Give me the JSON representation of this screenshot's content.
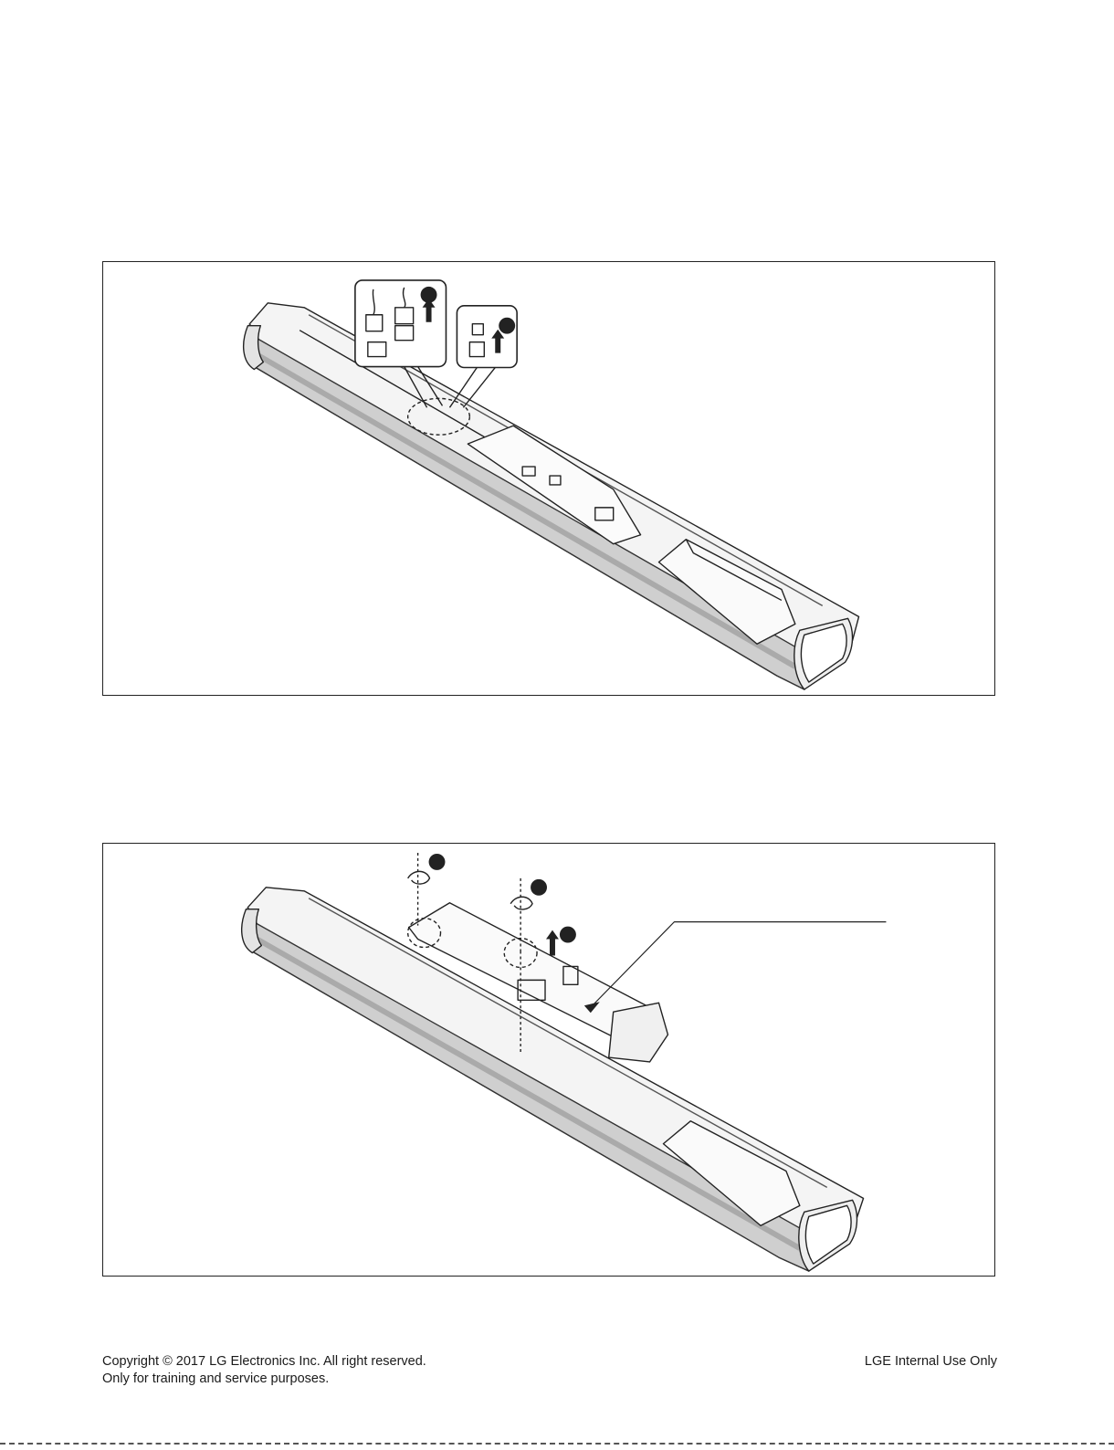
{
  "footer": {
    "copyright": "Copyright © 2017 LG Electronics Inc. All right reserved.",
    "purpose": "Only for training and service purposes.",
    "internal": "LGE Internal Use Only"
  }
}
